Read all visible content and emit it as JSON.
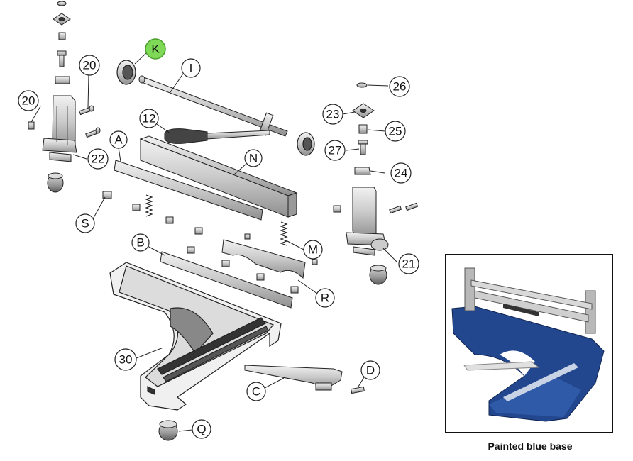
{
  "callouts": {
    "K": "K",
    "I": "I",
    "A": "A",
    "N": "N",
    "S": "S",
    "B": "B",
    "M": "M",
    "R": "R",
    "C": "C",
    "D": "D",
    "Q": "Q",
    "n12": "12",
    "n20a": "20",
    "n20b": "20",
    "n22": "22",
    "n23": "23",
    "n24": "24",
    "n25": "25",
    "n26": "26",
    "n27": "27",
    "n21": "21",
    "n30": "30"
  },
  "highlight_color": "#7ed957",
  "base_blue": "#23478f",
  "photo": {
    "caption": "Painted blue base"
  }
}
